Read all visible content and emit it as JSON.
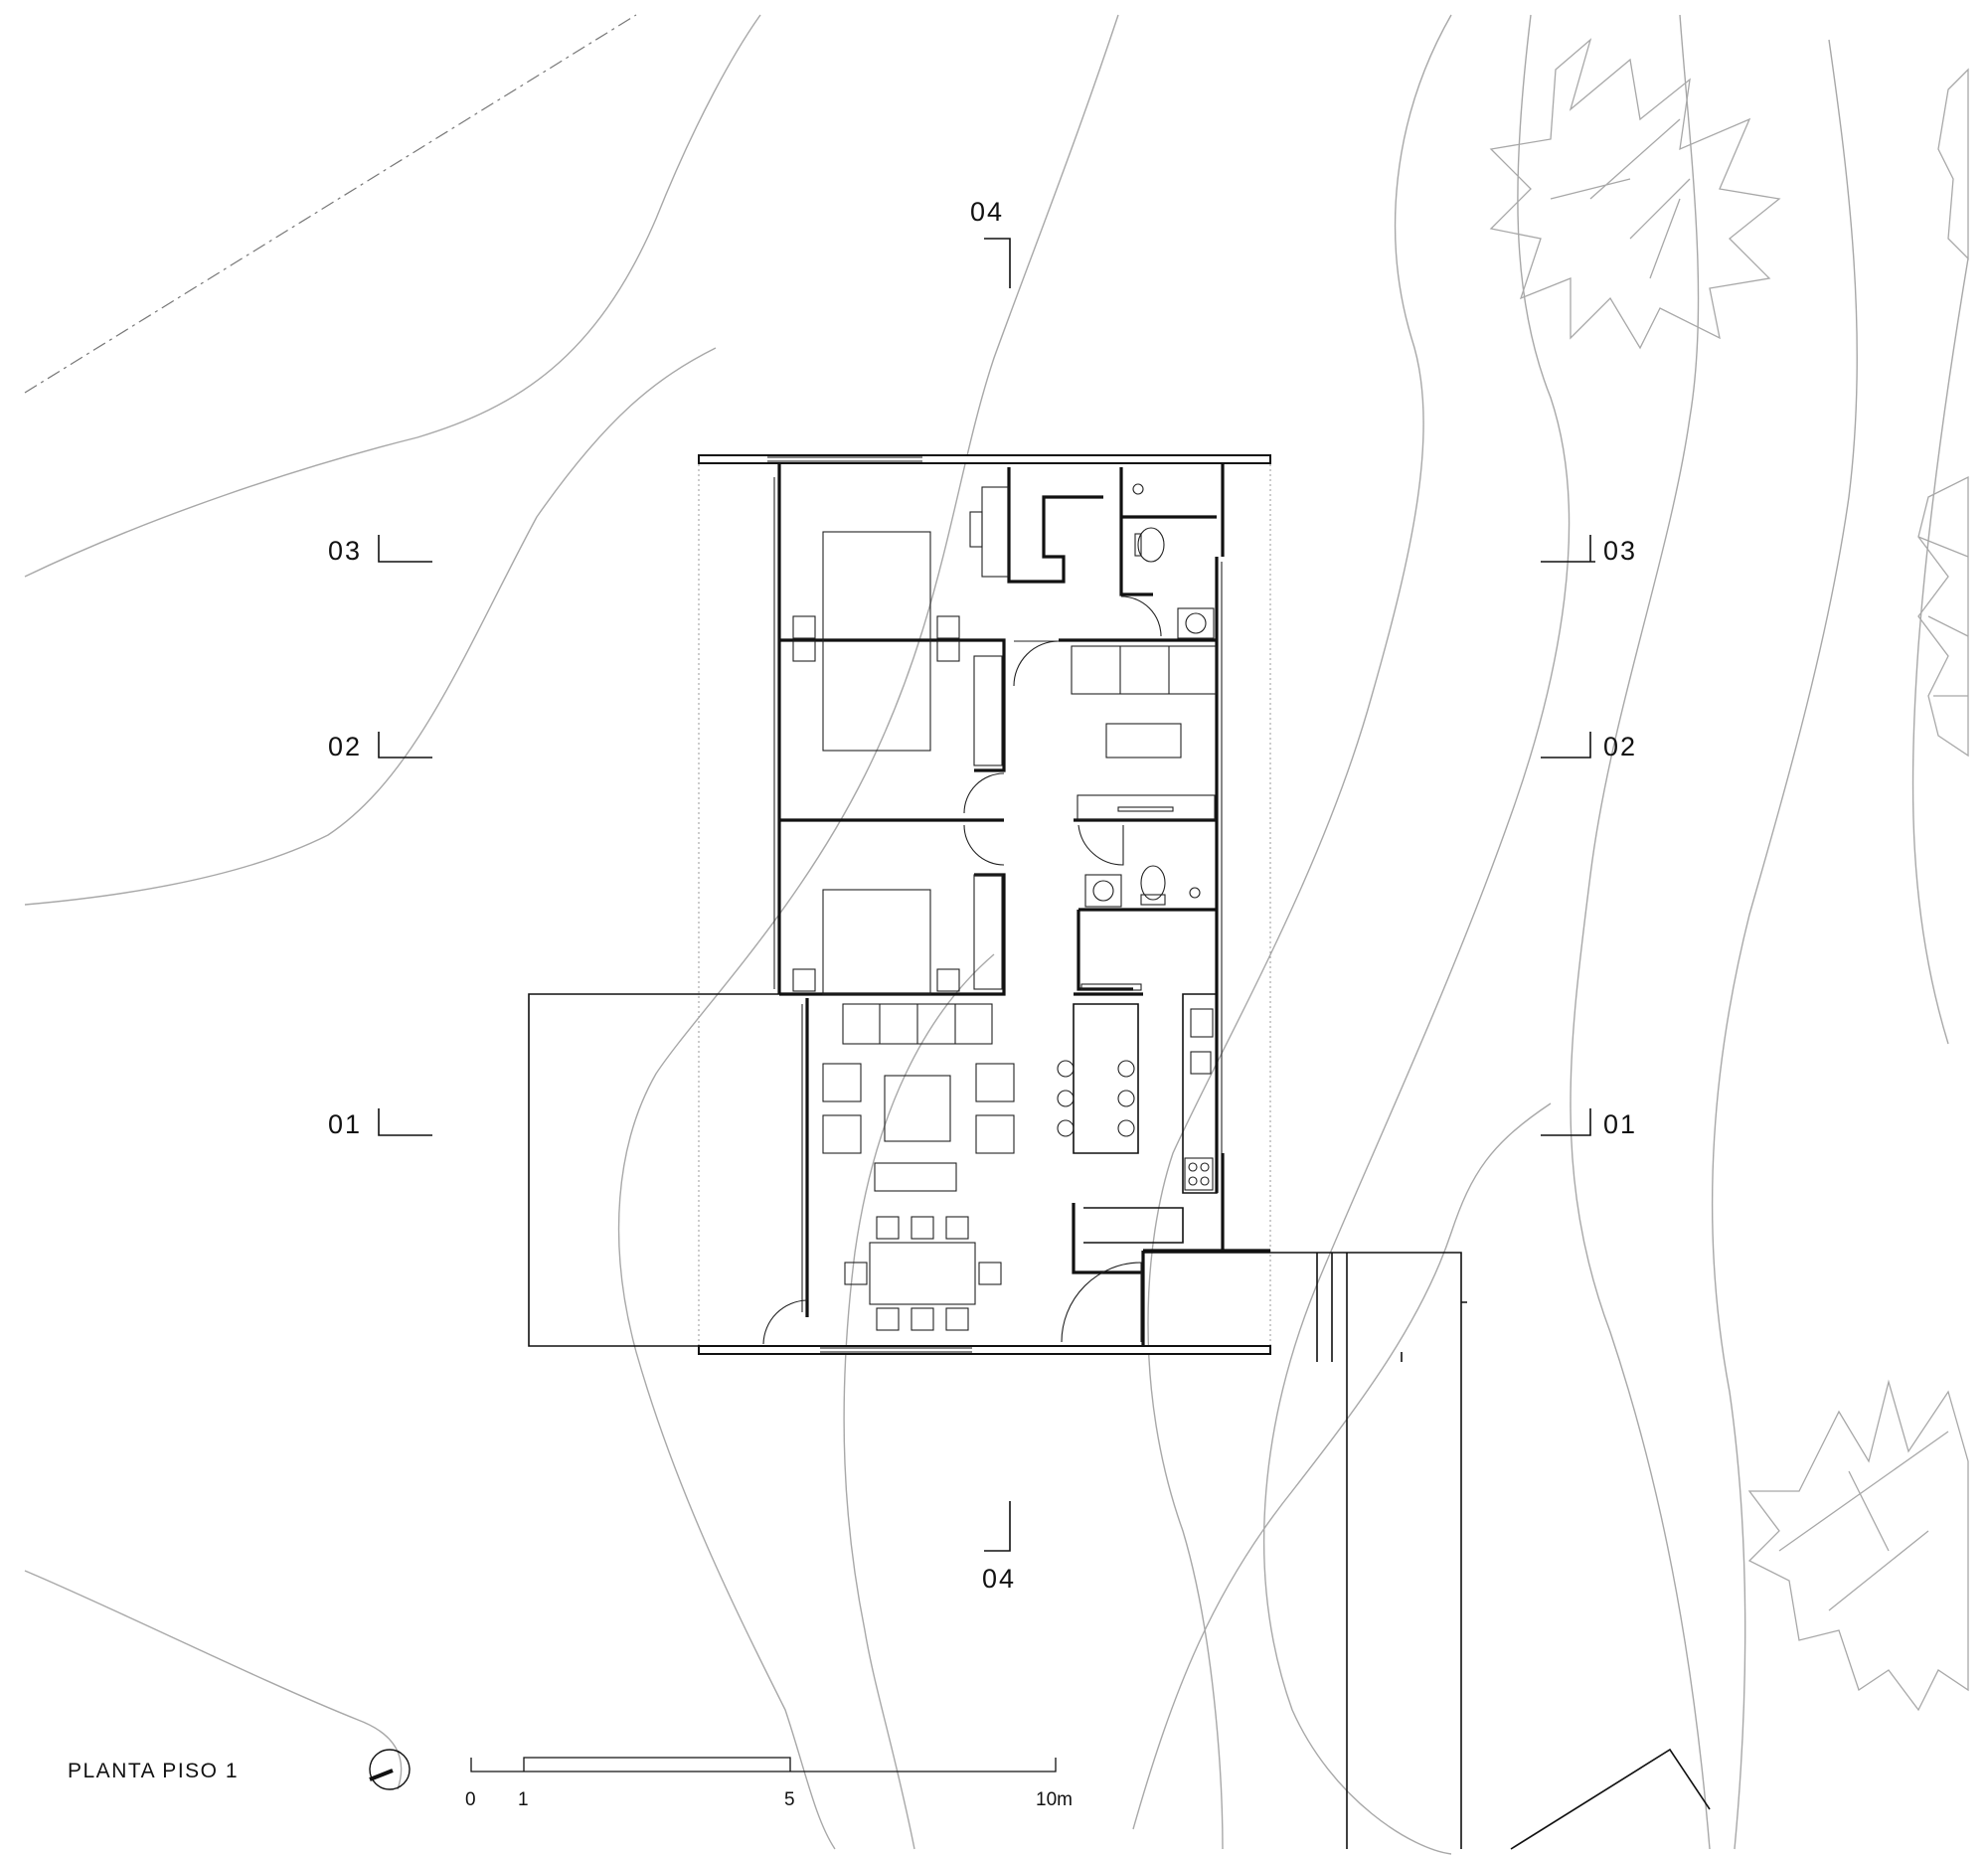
{
  "drawing": {
    "title": "PLANTA  PISO  1"
  },
  "section_markers": [
    {
      "id": "marker-03-left",
      "label": "03"
    },
    {
      "id": "marker-03-right",
      "label": "03"
    },
    {
      "id": "marker-02-left",
      "label": "02"
    },
    {
      "id": "marker-02-right",
      "label": "02"
    },
    {
      "id": "marker-01-left",
      "label": "01"
    },
    {
      "id": "marker-01-right",
      "label": "01"
    },
    {
      "id": "marker-04-top",
      "label": "04"
    },
    {
      "id": "marker-04-bottom",
      "label": "04"
    }
  ],
  "scale_bar": {
    "ticks": [
      "0",
      "1",
      "5",
      "10m"
    ]
  },
  "icons": {
    "north_arrow": "north-arrow-icon",
    "trees": "tree-icon"
  },
  "colors": {
    "walls": "#111111",
    "topography": "#a8a8a8",
    "background": "#ffffff"
  }
}
